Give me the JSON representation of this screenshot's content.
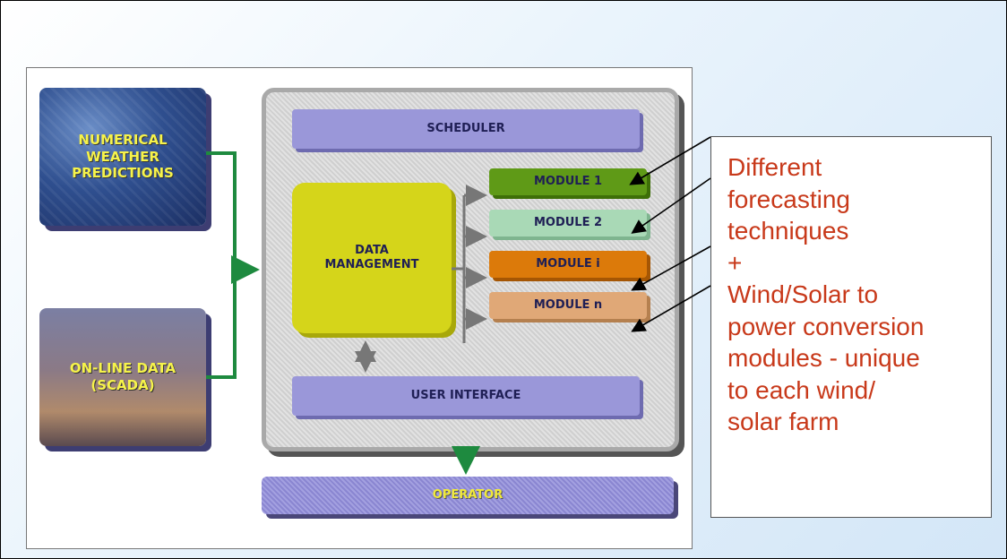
{
  "diagram": {
    "sources": {
      "weather": [
        "NUMERICAL",
        "WEATHER",
        "PREDICTIONS"
      ],
      "scada": [
        "ON-LINE DATA",
        "(SCADA)"
      ]
    },
    "scheduler": "SCHEDULER",
    "data_management": [
      "DATA",
      "MANAGEMENT"
    ],
    "modules": [
      "MODULE 1",
      "MODULE 2",
      "MODULE i",
      "MODULE n"
    ],
    "user_interface": "USER INTERFACE",
    "operator": "OPERATOR"
  },
  "callout": {
    "lines": [
      "Different",
      "forecasting",
      "techniques",
      "+",
      "Wind/Solar to",
      "power conversion",
      "modules - unique",
      "to each wind/",
      "solar  farm"
    ]
  },
  "colors": {
    "callout_text": "#c8391a",
    "connector": "#1e8a3f",
    "module_1": "#5f9a17",
    "module_2": "#a9d9b6",
    "module_i": "#dc7a0a",
    "module_n": "#e0a877",
    "data_management": "#d5d51a",
    "bar": "#9a97d9"
  }
}
